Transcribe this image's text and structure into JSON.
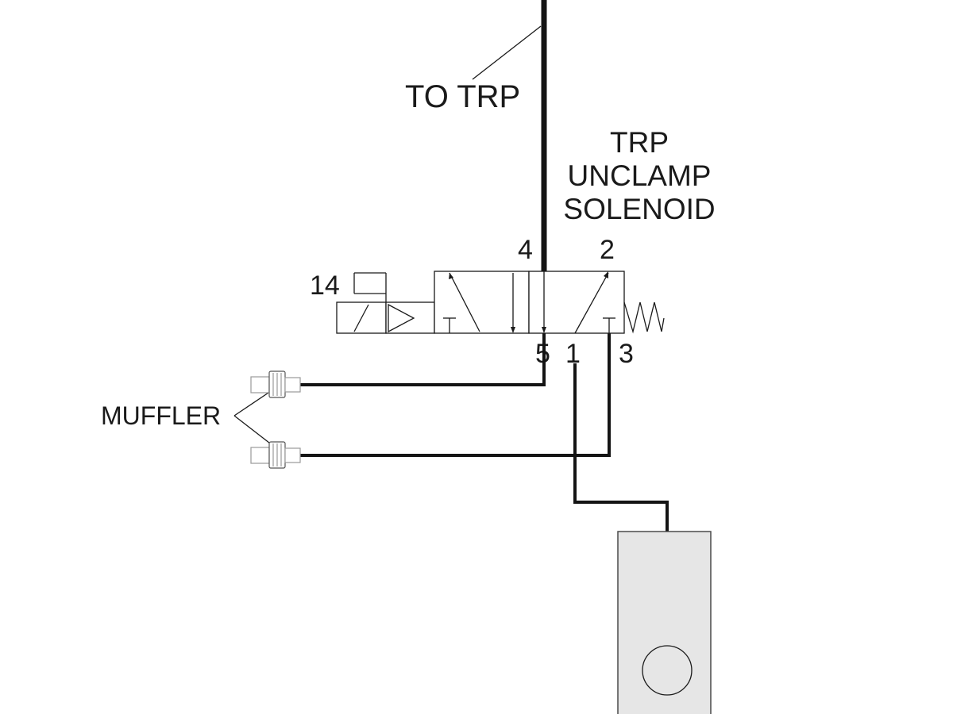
{
  "labels": {
    "to_trp": "TO TRP",
    "solenoid_line1": "TRP",
    "solenoid_line2": "UNCLAMP",
    "solenoid_line3": "SOLENOID",
    "muffler": "MUFFLER",
    "port_14": "14",
    "port_4": "4",
    "port_2": "2",
    "port_5": "5",
    "port_1": "1",
    "port_3": "3"
  },
  "colors": {
    "line": "#141414",
    "muffler_outline": "#9a9a9a",
    "supply_box_fill": "#e6e6e6"
  },
  "icons": {
    "valve": "5-2-solenoid-valve-symbol",
    "spring": "spring-return-icon",
    "muffler": "muffler-icon",
    "supply": "air-supply-unit"
  }
}
